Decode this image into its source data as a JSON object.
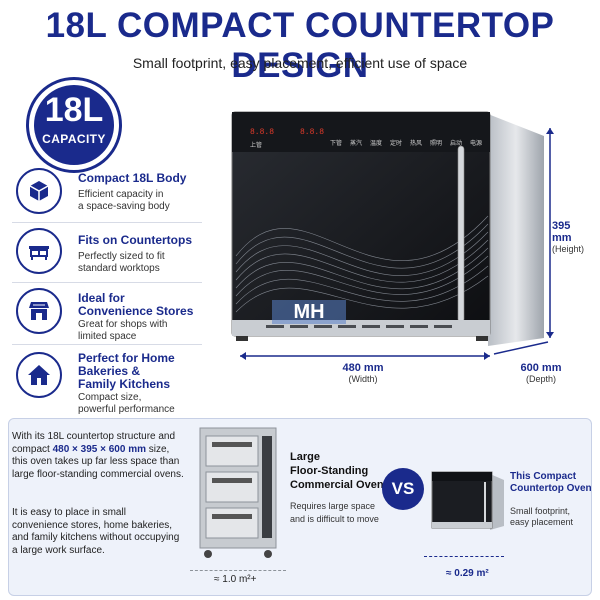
{
  "header": {
    "title": "18L COMPACT COUNTERTOP DESIGN",
    "subtitle": "Small footprint, easy placement, efficient use of space"
  },
  "badge": {
    "main": "18L",
    "sub": "CAPACITY"
  },
  "features": [
    {
      "icon": "box-icon",
      "title": "Compact 18L Body",
      "desc": [
        "Efficient capacity in",
        "a space-saving body"
      ]
    },
    {
      "icon": "countertop-icon",
      "title": "Fits on Countertops",
      "desc": [
        "Perfectly sized to fit",
        "standard worktops"
      ]
    },
    {
      "icon": "store-icon",
      "title": [
        "Ideal for",
        "Convenience Stores"
      ],
      "desc": [
        "Great for shops with",
        "limited space"
      ]
    },
    {
      "icon": "home-icon",
      "title": [
        "Perfect for Home",
        "Bakeries &",
        "Family Kitchens"
      ],
      "desc": [
        "Compact size,",
        "powerful performance"
      ]
    }
  ],
  "dimensions": {
    "width": {
      "value": "480",
      "unit": "mm",
      "label": "(Width)"
    },
    "depth": {
      "value": "600",
      "unit": "mm",
      "label": "(Depth)"
    },
    "height": {
      "value": "395",
      "unit": "mm",
      "label": "(Height)"
    }
  },
  "oven_panel": {
    "labels": [
      "上管",
      "下管",
      "蒸汽",
      "温度",
      "定时",
      "热风",
      "照明",
      "启动",
      "电源"
    ],
    "display": "8.8.8"
  },
  "watermark": "MH",
  "comparison": {
    "paragraph1": {
      "before": "With its 18L countertop structure and compact ",
      "highlight": "480 × 395 × 600 mm",
      "after": " size, this oven takes up far less space than large floor-standing commercial ovens."
    },
    "paragraph2": "It is easy to place in small convenience stores, home bakeries, and family kitchens without occupying a large work surface.",
    "large_title": [
      "Large",
      "Floor-Standing",
      "Commercial Oven"
    ],
    "large_desc": [
      "Requires large space",
      "and is difficult to move"
    ],
    "vs": "VS",
    "compact_title": [
      "This Compact",
      "Countertop Oven"
    ],
    "compact_desc": [
      "Small footprint,",
      "easy placement"
    ],
    "large_area": "≈ 1.0 m²+",
    "compact_area": "≈ 0.29 m²"
  },
  "colors": {
    "brand": "#1a2a8c",
    "panel_bg": "#eef2fa"
  }
}
